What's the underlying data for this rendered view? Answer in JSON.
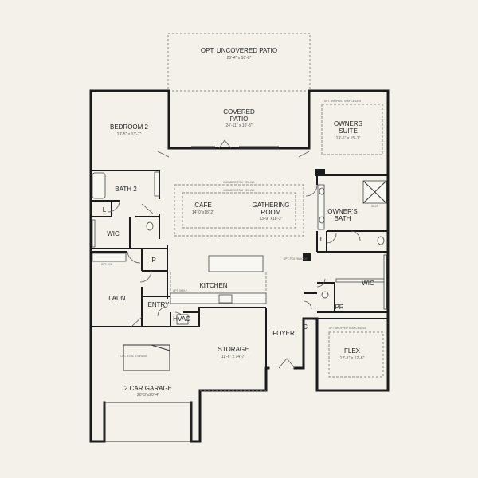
{
  "rooms": {
    "patio_opt": {
      "name": "OPT. UNCOVERED PATIO",
      "dim": "25'-4\" x 10'-0\""
    },
    "bedroom2": {
      "name": "BEDROOM 2",
      "dim": "13'-5\" x 13'-7\""
    },
    "covered_patio": {
      "name_line1": "COVERED",
      "name_line2": "PATIO",
      "dim": "24'-11\" x 10'-3\""
    },
    "owners_suite": {
      "name_line1": "OWNERS",
      "name_line2": "SUITE",
      "dim": "13'-5\" x 15'-1\""
    },
    "bath2": {
      "name": "BATH 2"
    },
    "cafe": {
      "name": "CAFE",
      "dim": "14'-0\"x18'-2\""
    },
    "gathering": {
      "name_line1": "GATHERING",
      "name_line2": "ROOM",
      "dim": "13'-9\" x18'-2\""
    },
    "owners_bath": {
      "name_line1": "OWNER'S",
      "name_line2": "BATH"
    },
    "linen": {
      "name": "L"
    },
    "wic_left": {
      "name": "WIC"
    },
    "wic_right": {
      "name": "WIC"
    },
    "linen_right": {
      "name": "L"
    },
    "pantry": {
      "name": "P"
    },
    "kitchen": {
      "name": "KITCHEN"
    },
    "laundry": {
      "name": "LAUN."
    },
    "entry": {
      "name": "ENTRY"
    },
    "powder": {
      "name": "PR"
    },
    "hvac": {
      "name": "HVAC"
    },
    "foyer": {
      "name": "FOYER"
    },
    "closet": {
      "name": "C"
    },
    "storage": {
      "name": "STORAGE",
      "dim": "11'-6\" x 14'-7\""
    },
    "flex": {
      "name": "FLEX",
      "dim": "12'-1\" x 12'-8\""
    },
    "garage": {
      "name": "2 CAR GARAGE",
      "dim": "20'-3\"x20'-4\""
    }
  },
  "notes": {
    "owners_tray": "OPT. DROPPED TRAY CEILING",
    "included_tray": "INCLUDED TRAY CEILING",
    "included_tray_2": "INCLUDED TRAY CEILING",
    "flex_tray": "OPT. DROPPED TRAY CEILING",
    "opt_package": "OPT. PKG PACKAGE",
    "seat": "SEAT",
    "opt_shelf": "OPT. SHELF",
    "laun_opt": "OPT. W/D",
    "opt_attic": "OPT. ATTIC STORAGE"
  }
}
